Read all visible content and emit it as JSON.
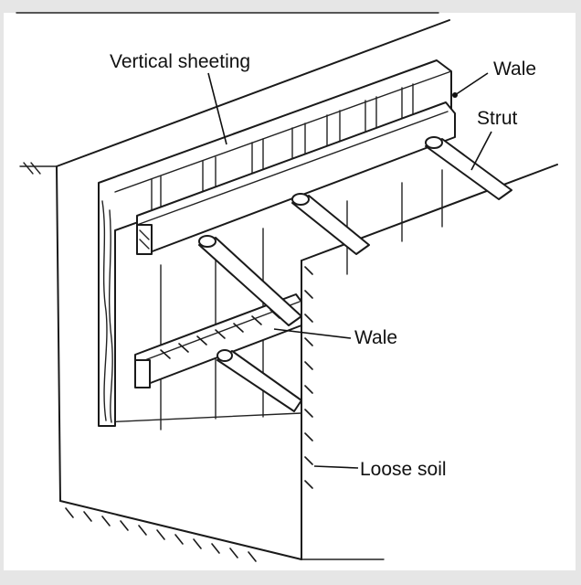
{
  "diagram": {
    "labels": {
      "vertical_sheeting": "Vertical sheeting",
      "wale_top": "Wale",
      "strut": "Strut",
      "wale_middle": "Wale",
      "loose_soil": "Loose soil"
    }
  }
}
